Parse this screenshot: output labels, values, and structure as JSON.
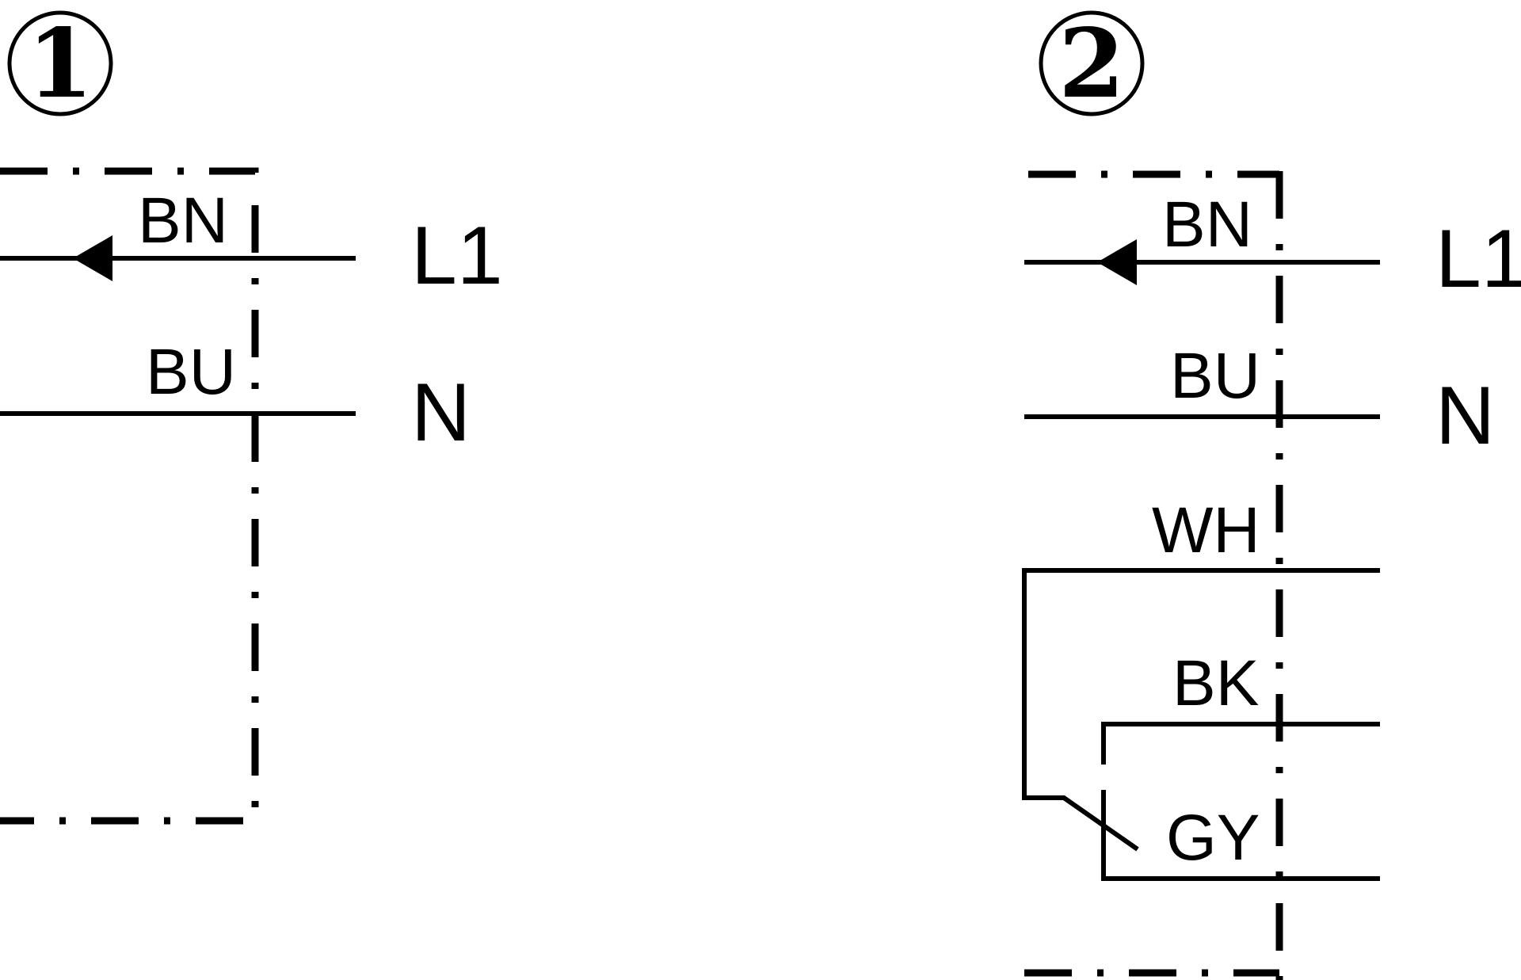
{
  "diagrams": [
    {
      "number": "1",
      "wires": [
        {
          "label": "BN",
          "terminal": "L1"
        },
        {
          "label": "BU",
          "terminal": "N"
        }
      ]
    },
    {
      "number": "2",
      "wires": [
        {
          "label": "BN",
          "terminal": "L1"
        },
        {
          "label": "BU",
          "terminal": "N"
        },
        {
          "label": "WH",
          "terminal": ""
        },
        {
          "label": "BK",
          "terminal": ""
        },
        {
          "label": "GY",
          "terminal": ""
        }
      ]
    }
  ]
}
